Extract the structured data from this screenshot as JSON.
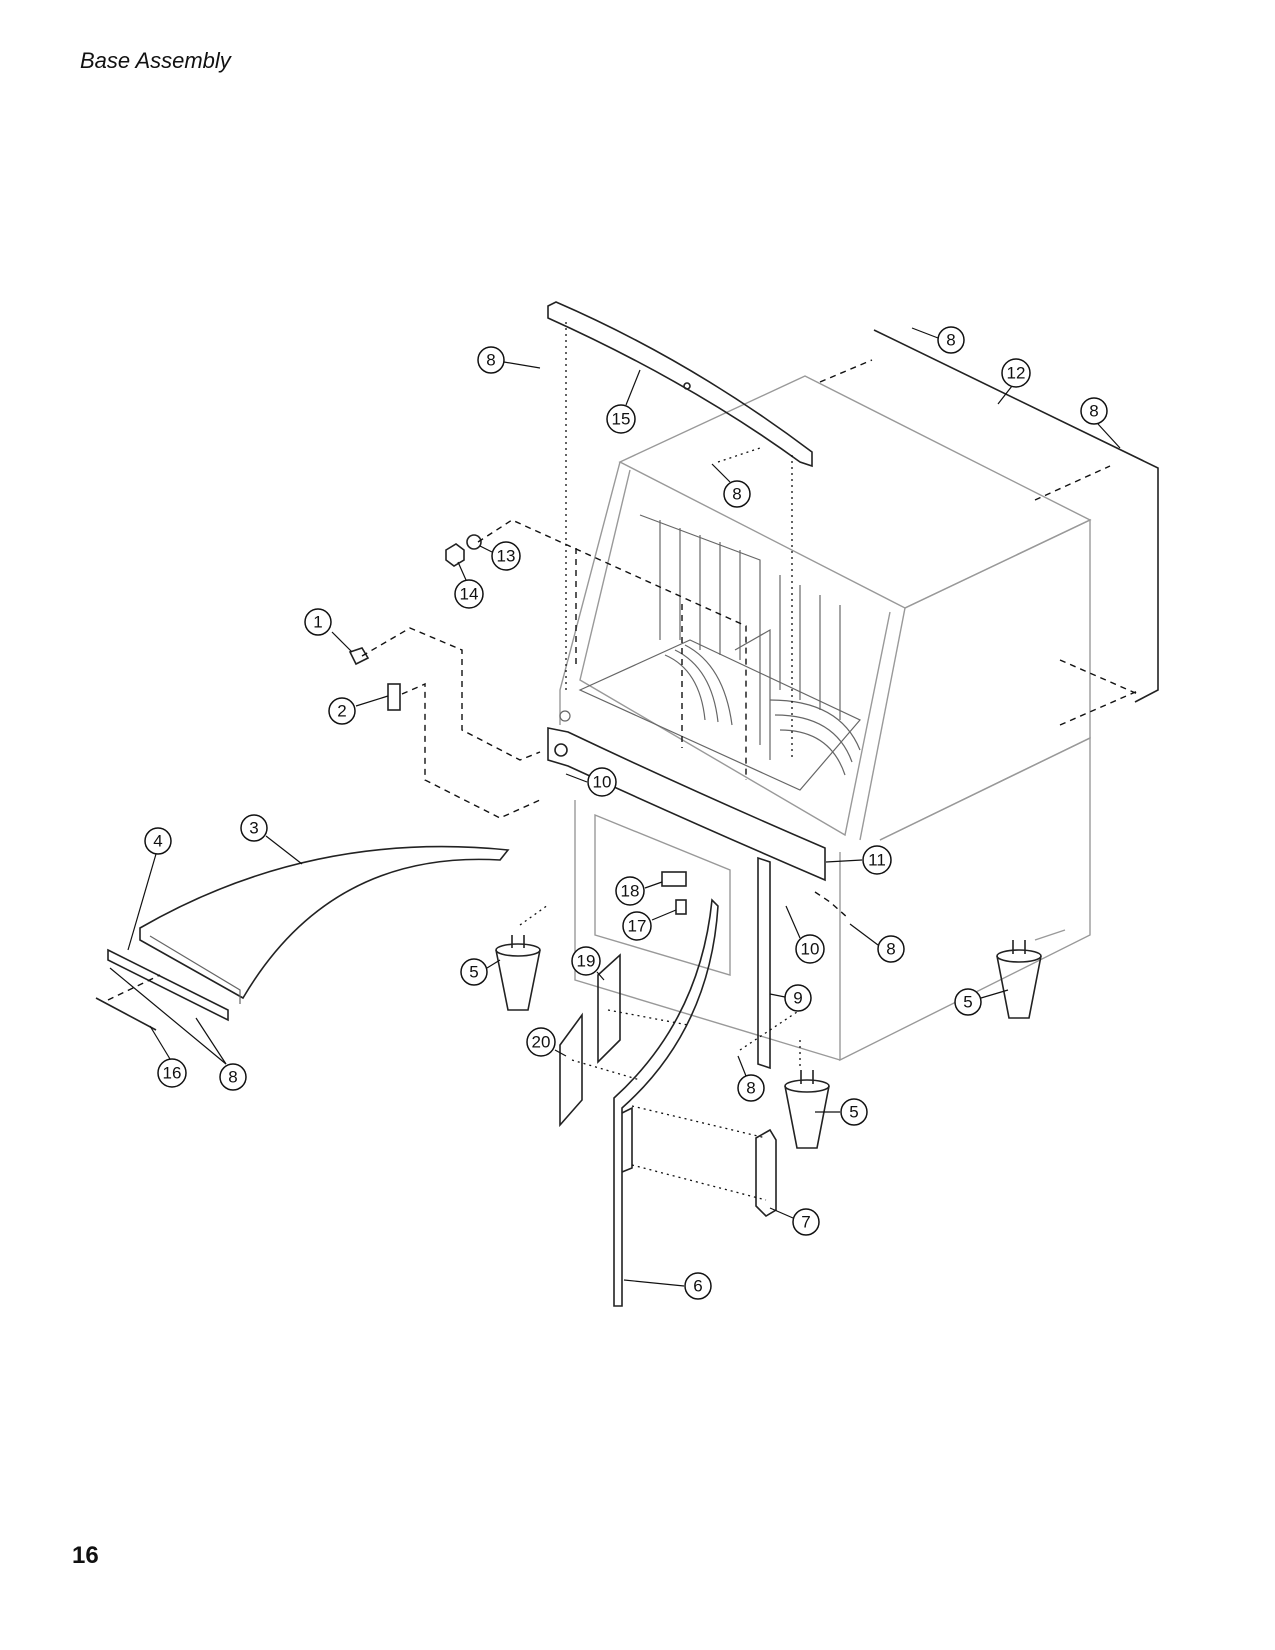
{
  "page": {
    "title": "Base Assembly",
    "number": "16"
  },
  "callouts": [
    {
      "label": "1"
    },
    {
      "label": "2"
    },
    {
      "label": "3"
    },
    {
      "label": "4"
    },
    {
      "label": "5"
    },
    {
      "label": "5"
    },
    {
      "label": "5"
    },
    {
      "label": "6"
    },
    {
      "label": "7"
    },
    {
      "label": "8"
    },
    {
      "label": "8"
    },
    {
      "label": "8"
    },
    {
      "label": "8"
    },
    {
      "label": "8"
    },
    {
      "label": "8"
    },
    {
      "label": "8"
    },
    {
      "label": "9"
    },
    {
      "label": "10"
    },
    {
      "label": "10"
    },
    {
      "label": "11"
    },
    {
      "label": "12"
    },
    {
      "label": "13"
    },
    {
      "label": "14"
    },
    {
      "label": "15"
    },
    {
      "label": "16"
    },
    {
      "label": "17"
    },
    {
      "label": "18"
    },
    {
      "label": "19"
    },
    {
      "label": "20"
    }
  ]
}
